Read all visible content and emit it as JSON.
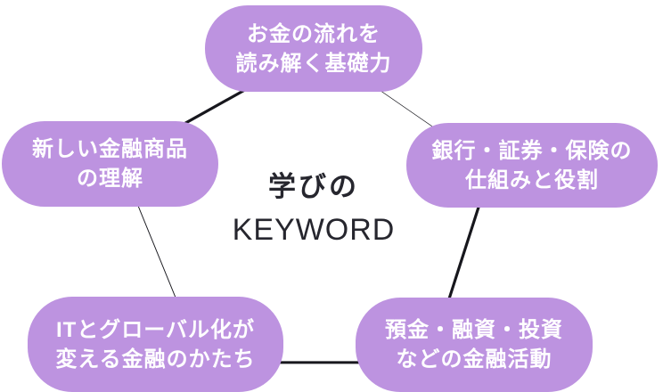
{
  "diagram": {
    "type": "pentagon-keyword-diagram",
    "center": {
      "line1": "学びの",
      "line2": "KEYWORD"
    },
    "bubbles": {
      "top": {
        "line1": "お金の流れを",
        "line2": "読み解く基礎力"
      },
      "right_upper": {
        "line1": "銀行・証券・保険の",
        "line2": "仕組みと役割"
      },
      "right_lower": {
        "line1": "預金・融資・投資",
        "line2": "などの金融活動"
      },
      "left_lower": {
        "line1": "ITとグローバル化が",
        "line2": "変える金融のかたち"
      },
      "left_upper": {
        "line1": "新しい金融商品",
        "line2": "の理解"
      }
    }
  },
  "colors": {
    "background": "#ffffff",
    "bubble_fill": "#bd93e0",
    "bubble_text": "#ffffff",
    "center_text": "#26262e",
    "connector_dark": "#17171d",
    "connector_light": "#ffffff"
  }
}
